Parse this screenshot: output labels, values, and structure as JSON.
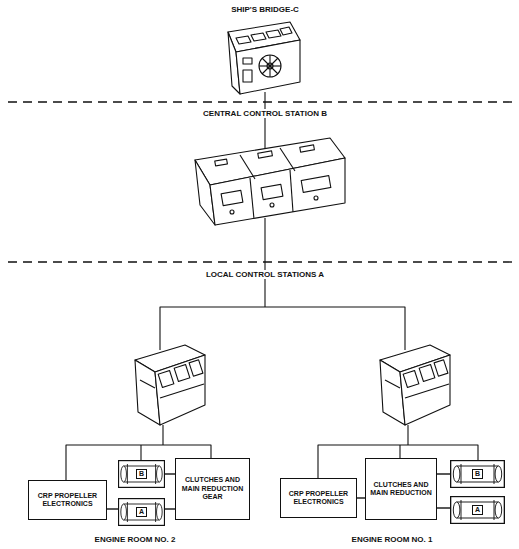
{
  "diagram": {
    "nodes": [
      {
        "text": [
          "CRP PROPELLER ELECTRONICS"
        ]
      },
      {
        "text": [
          "B"
        ]
      },
      {
        "text": [
          "A"
        ]
      },
      {
        "text": [
          "CLUTCHES AND MAIN REDUCTION GEAR"
        ]
      },
      {
        "text": [
          "CRP PROPELLER ELECTRONICS"
        ]
      },
      {
        "text": [
          "CLUTCHES AND MAIN REDUCTION"
        ]
      },
      {
        "text": [
          "B"
        ]
      },
      {
        "text": [
          "A"
        ]
      }
    ],
    "edges": [
      {
        "from": 0,
        "to": 2,
        "arrow": "none"
      },
      {
        "from": 1,
        "to": 3,
        "arrow": "none"
      },
      {
        "from": 2,
        "to": 3,
        "arrow": "none"
      },
      {
        "from": 4,
        "to": 5,
        "arrow": "none"
      },
      {
        "from": 5,
        "to": 6,
        "arrow": "none"
      },
      {
        "from": 5,
        "to": 7,
        "arrow": "none"
      }
    ],
    "labels": [
      "SHIP'S BRIDGE-C",
      "CENTRAL CONTROL STATION B",
      "LOCAL CONTROL STATIONS A",
      "ENGINE ROOM NO. 2",
      "ENGINE ROOM NO. 1"
    ]
  }
}
